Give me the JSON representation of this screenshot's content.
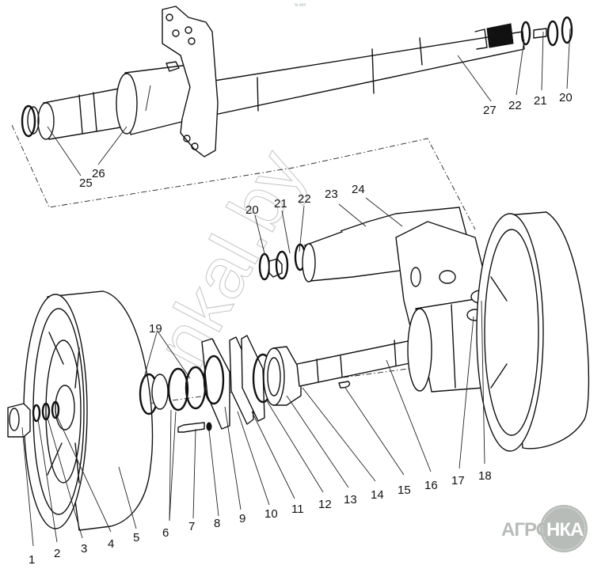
{
  "diagram": {
    "type": "exploded-parts-assembly",
    "watermark": "nkal.by",
    "logo": {
      "left": "АГРО",
      "right": "НКА",
      "color": "#b7bcb8"
    },
    "corner_mark": "% ###",
    "callouts": {
      "1": "1",
      "2": "2",
      "3": "3",
      "4": "4",
      "5": "5",
      "6": "6",
      "7": "7",
      "8": "8",
      "9": "9",
      "10": "10",
      "11": "11",
      "12": "12",
      "13": "13",
      "14": "14",
      "15": "15",
      "16": "16",
      "17": "17",
      "18": "18",
      "19": "19",
      "20a": "20",
      "21a": "21",
      "22a": "22",
      "27": "27",
      "26": "26",
      "25": "25",
      "20b": "20",
      "21b": "21",
      "22b": "22",
      "23": "23",
      "24": "24"
    }
  }
}
